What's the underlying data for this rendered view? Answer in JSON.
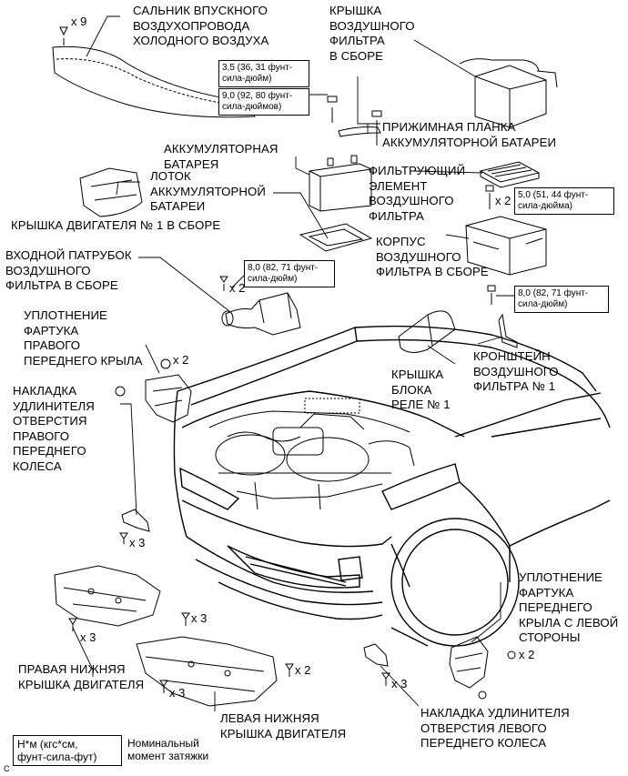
{
  "parts": {
    "intake_seal": "САЛЬНИК ВПУСКНОГО\nВОЗДУХОПРОВОДА\nХОЛОДНОГО ВОЗДУХА",
    "air_filter_cap": "КРЫШКА\nВОЗДУШНОГО\nФИЛЬТРА\nВ СБОРЕ",
    "battery_clamp": "ПРИЖИМНАЯ ПЛАНКА\nАККУМУЛЯТОРНОЙ БАТАРЕИ",
    "battery": "АККУМУЛЯТОРНАЯ\nБАТАРЕЯ",
    "battery_tray": "ЛОТОК\nАККУМУЛЯТОРНОЙ\nБАТАРЕИ",
    "engine_cover_1": "КРЫШКА ДВИГАТЕЛЯ № 1 В СБОРЕ",
    "filter_element": "ФИЛЬТРУЮЩИЙ\nЭЛЕМЕНТ\nВОЗДУШНОГО\nФИЛЬТРА",
    "filter_case": "КОРПУС\nВОЗДУШНОГО\nФИЛЬТРА В СБОРЕ",
    "inlet": "ВХОДНОЙ ПАТРУБОК\nВОЗДУШНОГО\nФИЛЬТРА В СБОРЕ",
    "rh_fender_seal": "УПЛОТНЕНИЕ\nФАРТУКА\nПРАВОГО\nПЕРЕДНЕГО КРЫЛА",
    "rh_extension": "НАКЛАДКА\nУДЛИНИТЕЛЯ\nОТВЕРСТИЯ\nПРАВОГО\nПЕРЕДНЕГО\nКОЛЕСА",
    "relay_cover": "КРЫШКА\nБЛОКА\nРЕЛЕ № 1",
    "filter_bracket": "КРОНШТЕЙН\nВОЗДУШНОГО\nФИЛЬТРА № 1",
    "lh_fender_seal": "УПЛОТНЕНИЕ\nФАРТУКА\nПЕРЕДНЕГО\nКРЫЛА С ЛЕВОЙ\nСТОРОНЫ",
    "rh_under_cover": "ПРАВАЯ НИЖНЯЯ\nКРЫШКА ДВИГАТЕЛЯ",
    "lh_under_cover": "ЛЕВАЯ НИЖНЯЯ\nКРЫШКА ДВИГАТЕЛЯ",
    "lh_extension": "НАКЛАДКА УДЛИНИТЕЛЯ\nОТВЕРСТИЯ ЛЕВОГО\nПЕРЕДНЕГО КОЛЕСА"
  },
  "torques": {
    "t1": "3,5 (36, 31 фунт-\nсила-дюйм)",
    "t2": "9,0 (92, 80 фунт-\nсила-дюймов)",
    "t3": "5,0 (51, 44 фунт-\nсила-дюйма)",
    "t4": "8,0 (82, 71 фунт-\nсила-дюйм)",
    "t5": "8,0 (82, 71 фунт-\nсила-дюйм)"
  },
  "counts": {
    "x9": "x 9",
    "x2_filter": "x 2",
    "x2_inlet": "x 2",
    "x2_rhseal": "x 2",
    "x3_rhext": "x 3",
    "x3_rhcov": "x 3",
    "x3_mid": "x 3",
    "x3_lhcov": "x 3",
    "x2_lhcov": "x 2",
    "x3_lhext": "x 3",
    "x2_lhseal": "x 2"
  },
  "legend": {
    "symbol": "Н*м (кгс*см,\nфунт-сила-фут)",
    "text": "Номинальный\nмомент затяжки"
  },
  "corner_mark": "C"
}
